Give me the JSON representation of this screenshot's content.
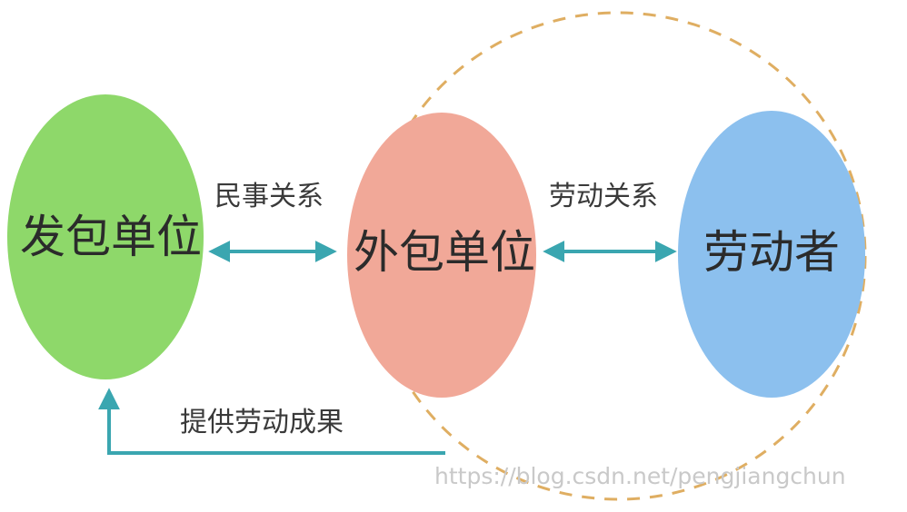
{
  "nodes": {
    "contracting_unit": {
      "label": "发包单位",
      "color": "#8ed86a"
    },
    "outsourcing_unit": {
      "label": "外包单位",
      "color": "#f1a898"
    },
    "laborer": {
      "label": "劳动者",
      "color": "#8cc0ee"
    }
  },
  "edges": {
    "civil_relation": {
      "label": "民事关系"
    },
    "labor_relation": {
      "label": "劳动关系"
    },
    "provide_results": {
      "label": "提供劳动成果"
    }
  },
  "colors": {
    "arrow": "#3aa6b0",
    "dashed_boundary": "#dfae62"
  },
  "watermark": "https://blog.csdn.net/pengjiangchun"
}
